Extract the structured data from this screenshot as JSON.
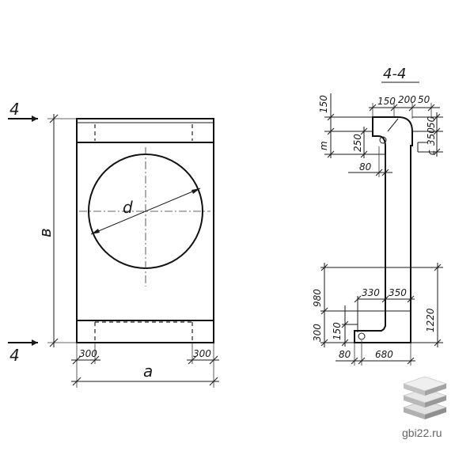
{
  "left_view": {
    "section_mark_top": "4",
    "section_mark_bottom": "4",
    "label_height": "в",
    "label_width": "a",
    "label_diameter": "d",
    "dim_left_edge": "300",
    "dim_right_edge": "300"
  },
  "section_view": {
    "title": "4-4",
    "dims": {
      "top_150": "150",
      "top_200": "200",
      "top_50": "50",
      "left_150": "150",
      "left_250": "250",
      "left_m": "m",
      "right_350": "350",
      "right_50": "50",
      "right_c": "c",
      "mid_80": "80",
      "left_980": "980",
      "left_300": "300",
      "left_150b": "150",
      "mid_330": "330",
      "mid_350": "350",
      "right_1220": "1220",
      "bottom_80": "80",
      "bottom_680": "680"
    }
  },
  "watermark": {
    "text": "gbi22.ru"
  },
  "colors": {
    "ink": "#1a1a1a",
    "logo_light": "#d9d9d9",
    "logo_dark": "#9a9a9a"
  }
}
